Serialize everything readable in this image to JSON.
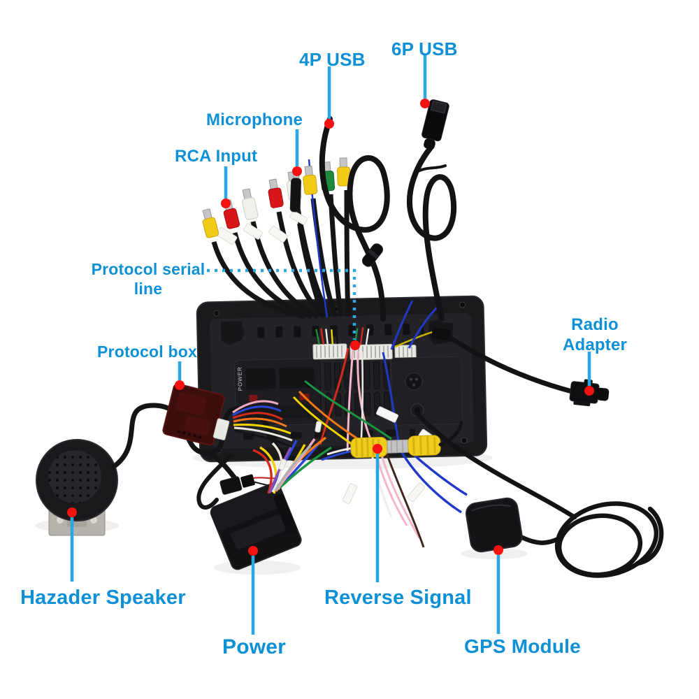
{
  "labels": {
    "usb_4p": "4P USB",
    "usb_6p": "6P USB",
    "microphone": "Microphone",
    "rca_input": "RCA Input",
    "protocol_serial_line": "Protocol serial\nline",
    "protocol_box": "Protocol box",
    "radio_adapter": "Radio\nAdapter",
    "hazader_speaker": "Hazader Speaker",
    "power": "Power",
    "reverse_signal": "Reverse Signal",
    "gps_module": "GPS Module"
  },
  "unit": {
    "port_label": "POWER"
  },
  "palette": {
    "background": "#ffffff",
    "label_text": "#0e90d6",
    "leader_line": "#2ba8e3",
    "marker_dot": "#f21212",
    "cable_black": "#141416",
    "unit_body": "#1c1c1f",
    "protocol_box": "#3c0d0d",
    "rca_yellow": "#f2ca18",
    "rca_red": "#d8161a",
    "rca_white": "#f2f0ea",
    "rca_green": "#1d8a3c",
    "reverse_jack_yellow": "#f0cd1c",
    "bracket_metal": "#b7b2ac"
  },
  "rca_plug_colors": [
    "yellow",
    "red",
    "white",
    "red",
    "white",
    "yellow",
    "green",
    "yellow"
  ],
  "markers": {
    "count": 10,
    "shape": "red-dot"
  }
}
